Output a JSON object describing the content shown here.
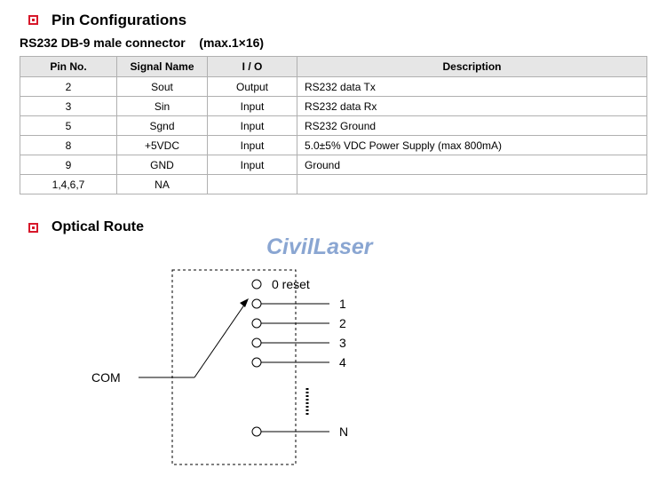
{
  "sections": {
    "pin_title": "Pin Configurations",
    "connector_subtitle": "RS232 DB-9 male connector    (max.1×16)",
    "route_title": "Optical Route"
  },
  "table": {
    "headers": [
      "Pin No.",
      "Signal Name",
      "I / O",
      "Description"
    ],
    "rows": [
      [
        "2",
        "Sout",
        "Output",
        "RS232 data Tx"
      ],
      [
        "3",
        "Sin",
        "Input",
        "RS232 data Rx"
      ],
      [
        "5",
        "Sgnd",
        "Input",
        "RS232 Ground"
      ],
      [
        "8",
        "+5VDC",
        "Input",
        "5.0±5% VDC Power Supply (max 800mA)"
      ],
      [
        "9",
        "GND",
        "Input",
        "Ground"
      ],
      [
        "1,4,6,7",
        "NA",
        "",
        ""
      ]
    ]
  },
  "logo": "CivilLaser",
  "diagram": {
    "com_label": "COM",
    "ports": [
      "0 reset",
      "1",
      "2",
      "3",
      "4",
      "N"
    ]
  },
  "colors": {
    "accent": "#d7182a",
    "header_bg": "#e6e6e6",
    "logo": "#8aa6d2"
  }
}
